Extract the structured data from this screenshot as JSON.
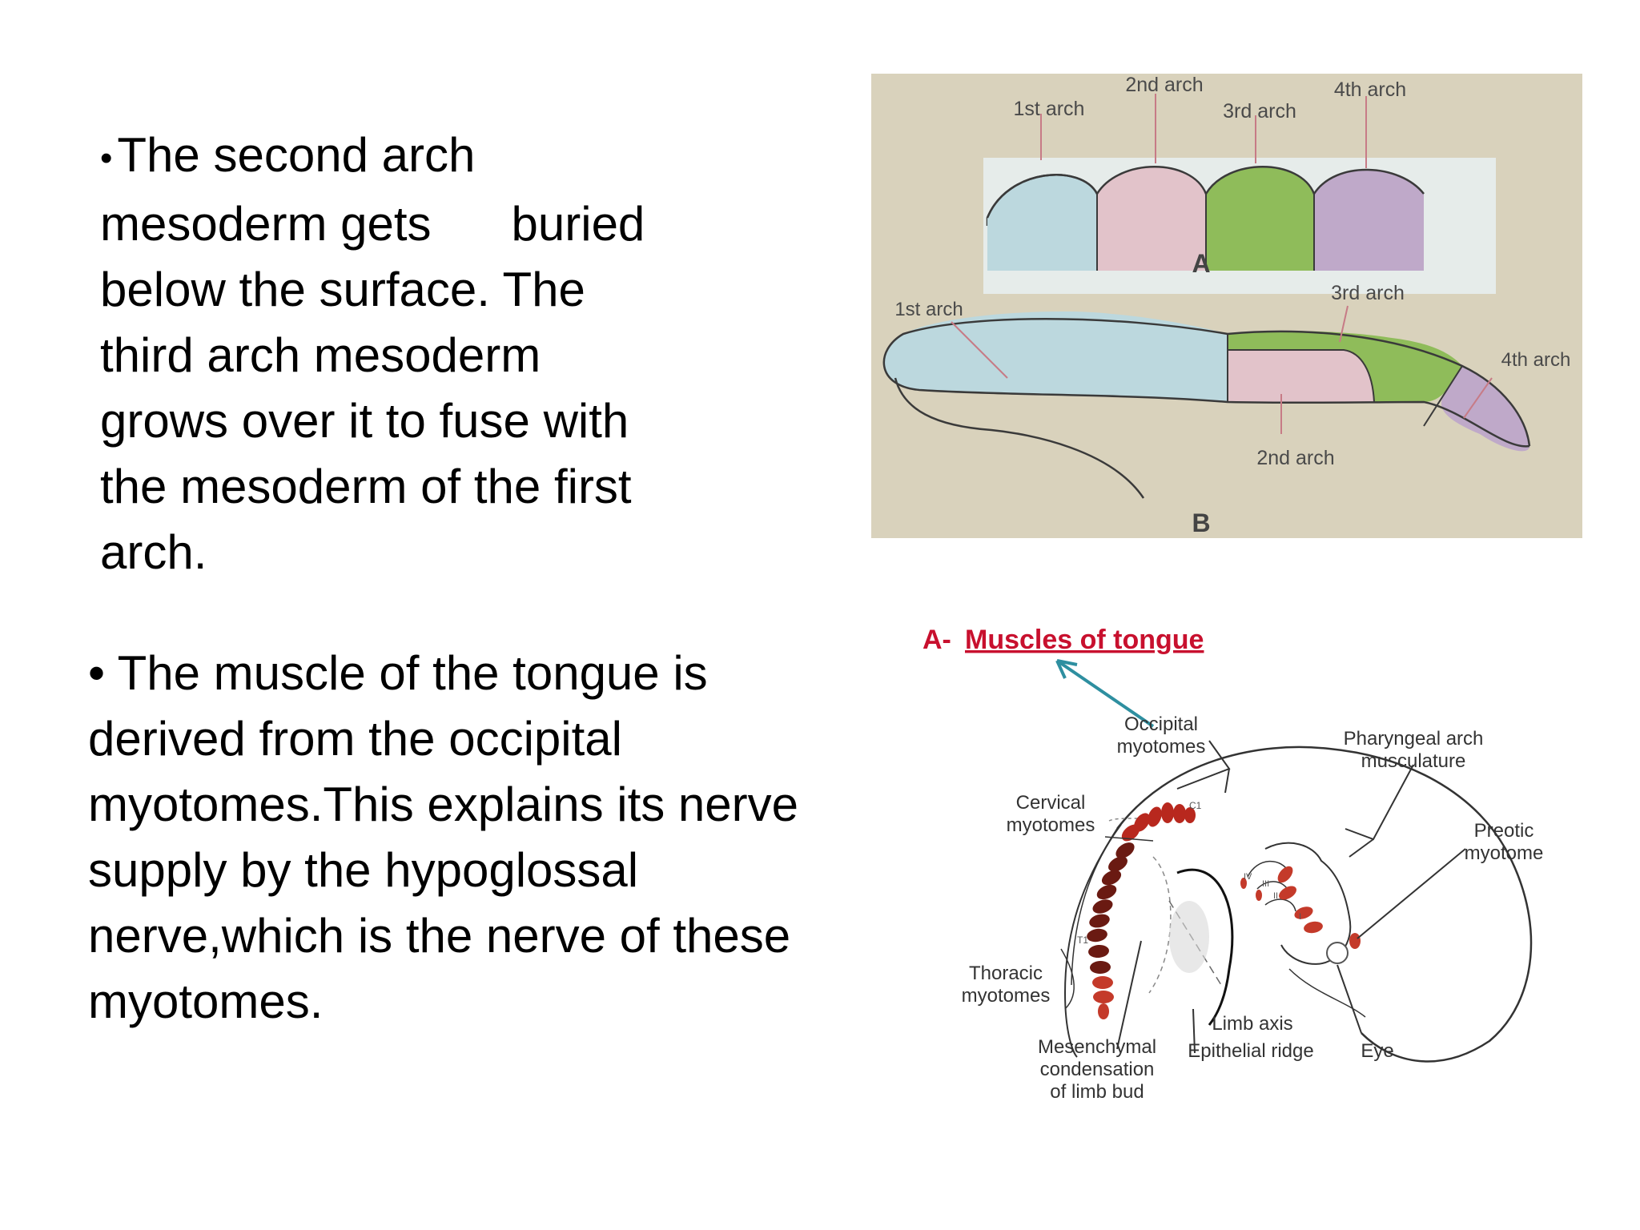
{
  "bullets": [
    {
      "lines": [
        "The second arch",
        "mesoderm gets      buried",
        "below the surface. The",
        "third arch mesoderm",
        "grows over it to fuse with",
        "the mesoderm of the first",
        "arch."
      ]
    },
    {
      "lines": [
        "The muscle of the tongue is",
        "derived from the occipital",
        "myotomes.This explains its nerve",
        "supply by the hypoglossal",
        "nerve,which is the nerve of these",
        "myotomes."
      ]
    }
  ],
  "figure_arches": {
    "panel_a": {
      "letter": "A",
      "labels": [
        "1st arch",
        "2nd arch",
        "3rd arch",
        "4th arch"
      ]
    },
    "panel_b": {
      "letter": "B",
      "labels": [
        "1st arch",
        "3rd arch",
        "4th arch",
        "2nd arch"
      ]
    },
    "colors": {
      "first": "#bcd8de",
      "second": "#e2c3ca",
      "third": "#8fbc5a",
      "fourth": "#bfa9c9",
      "background": "#d9d2bc"
    }
  },
  "figure_myotomes": {
    "title_prefix": "A-",
    "title": "Muscles of tongue",
    "labels": {
      "occipital": [
        "Occipital",
        "myotomes"
      ],
      "pharyngeal": [
        "Pharyngeal arch",
        "musculature"
      ],
      "cervical": [
        "Cervical",
        "myotomes"
      ],
      "preotic": [
        "Preotic",
        "myotome"
      ],
      "thoracic": [
        "Thoracic",
        "myotomes"
      ],
      "limb_axis": "Limb axis",
      "mesenchymal": [
        "Mesenchymal",
        "condensation",
        "of limb bud"
      ],
      "epithelial": "Epithelial ridge",
      "eye": "Eye",
      "c1": "C1",
      "t1": "T1",
      "roman": [
        "IV",
        "III",
        "II",
        "I"
      ]
    },
    "colors": {
      "accent": "#c8102e",
      "arrow": "#2e8fa0",
      "somite": "#b8281e"
    }
  }
}
